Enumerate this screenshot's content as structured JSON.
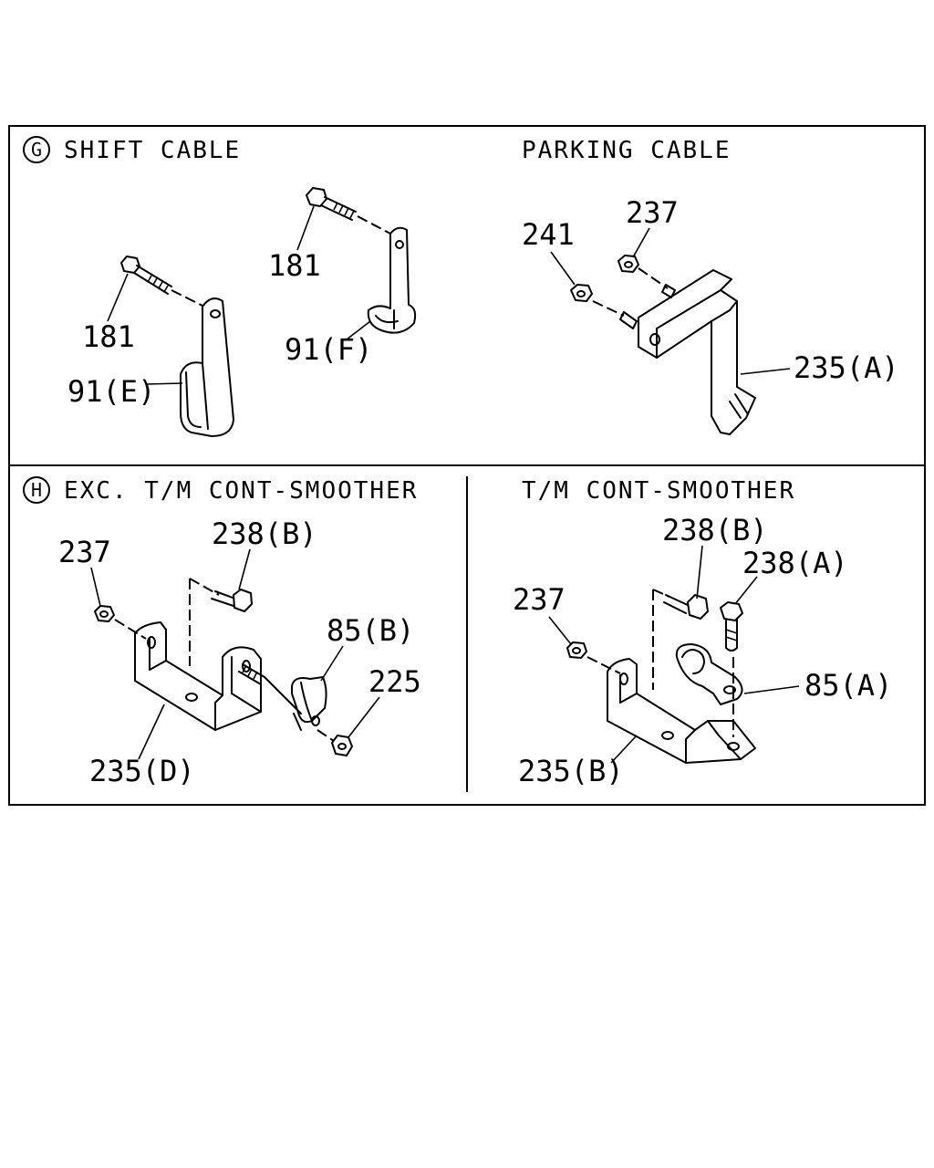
{
  "sections": {
    "g": {
      "marker": "G",
      "left_title": "SHIFT CABLE",
      "right_title": "PARKING CABLE",
      "labels": {
        "bolt_181_a": "181",
        "bracket_91e": "91(E)",
        "bolt_181_b": "181",
        "bracket_91f": "91(F)",
        "nut_241": "241",
        "nut_237": "237",
        "bracket_235a": "235(A)"
      }
    },
    "h": {
      "marker": "H",
      "left_title": "EXC. T/M CONT-SMOOTHER",
      "right_title": "T/M CONT-SMOOTHER",
      "labels": {
        "nut_237_left": "237",
        "bolt_238b_left": "238(B)",
        "clip_85b": "85(B)",
        "nut_225": "225",
        "bracket_235d": "235(D)",
        "bolt_238b_right": "238(B)",
        "bolt_238a": "238(A)",
        "nut_237_right": "237",
        "clip_85a": "85(A)",
        "bracket_235b": "235(B)"
      }
    }
  }
}
